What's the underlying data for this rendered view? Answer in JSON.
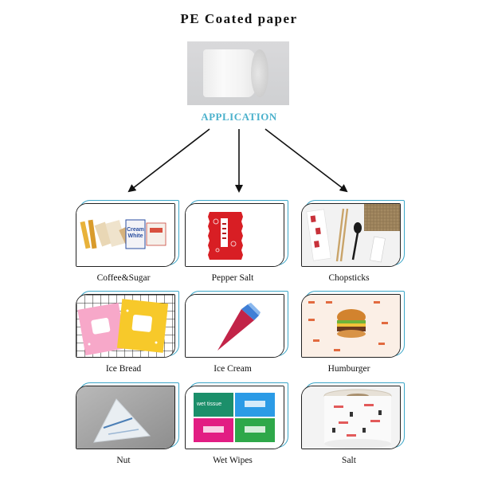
{
  "title": "PE Coated paper",
  "application_label": "APPLICATION",
  "colors": {
    "application": "#4bb1cc",
    "card_outline": "#3ba6c8"
  },
  "applications": [
    {
      "id": "coffee-sugar",
      "label": "Coffee&Sugar",
      "image_texts": [
        "Cream",
        "White"
      ]
    },
    {
      "id": "pepper-salt",
      "label": "Pepper Salt"
    },
    {
      "id": "chopsticks",
      "label": "Chopsticks"
    },
    {
      "id": "ice-bread",
      "label": "Ice Bread"
    },
    {
      "id": "ice-cream",
      "label": "Ice Cream"
    },
    {
      "id": "humburger",
      "label": "Humburger"
    },
    {
      "id": "nut",
      "label": "Nut"
    },
    {
      "id": "wet-wipes",
      "label": "Wet Wipes",
      "image_texts": [
        "wet tissue"
      ]
    },
    {
      "id": "salt",
      "label": "Salt"
    }
  ]
}
